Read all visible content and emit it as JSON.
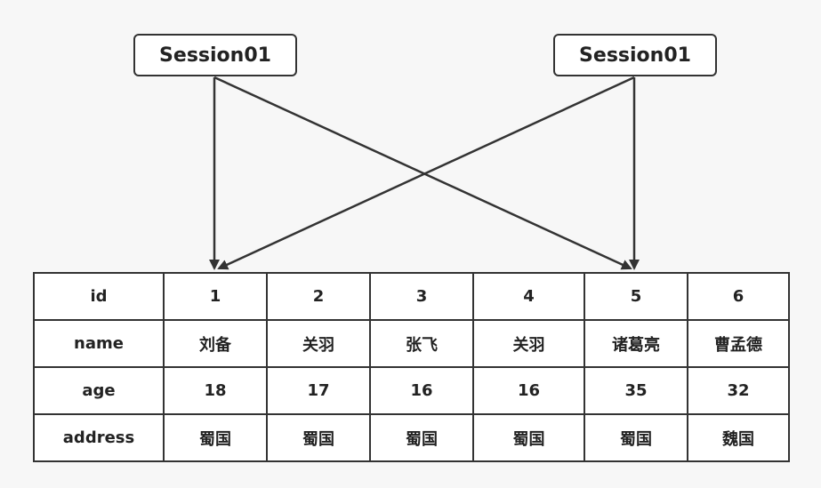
{
  "sessions": {
    "left_label": "Session01",
    "right_label": "Session01"
  },
  "table": {
    "rows": [
      {
        "header": "id",
        "cells": [
          "1",
          "2",
          "3",
          "4",
          "5",
          "6"
        ]
      },
      {
        "header": "name",
        "cells": [
          "刘备",
          "关羽",
          "张飞",
          "关羽",
          "诸葛亮",
          "曹孟德"
        ]
      },
      {
        "header": "age",
        "cells": [
          "18",
          "17",
          "16",
          "16",
          "35",
          "32"
        ]
      },
      {
        "header": "address",
        "cells": [
          "蜀国",
          "蜀国",
          "蜀国",
          "蜀国",
          "蜀国",
          "魏国"
        ]
      }
    ]
  },
  "colors": {
    "line": "#333333",
    "background": "#f7f7f7"
  }
}
